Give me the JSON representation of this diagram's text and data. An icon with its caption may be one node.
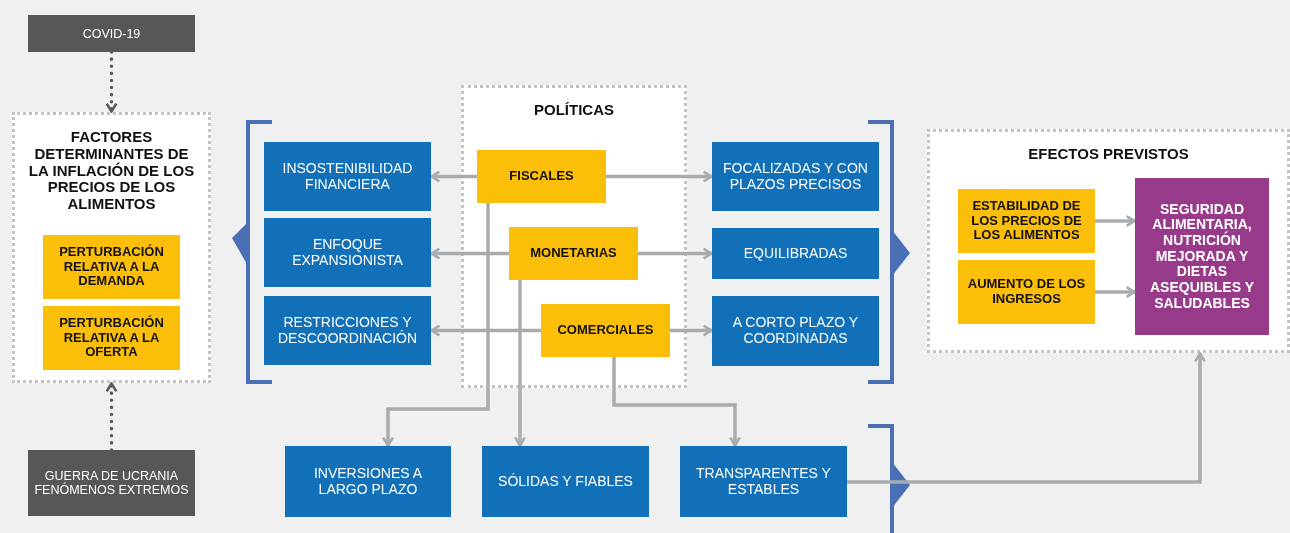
{
  "diagram": {
    "nodes": [
      {
        "text": [
          "COVID-19"
        ]
      },
      {
        "text": [
          "FACTORES DETERMINANTES DE LA INFLACIÓN DE LOS PRECIOS DE LOS ALIMENTOS"
        ]
      },
      {
        "text": [
          "PERTURBACIÓN RELATIVA A LA DEMANDA"
        ],
        "in": 1
      },
      {
        "text": [
          "PERTURBACIÓN RELATIVA A LA OFERTA"
        ],
        "in": 1
      },
      {
        "text": [
          "GUERRA DE UCRANIA FENÓMENOS EXTREMOS"
        ]
      },
      {
        "text": [
          "POLÍTICAS"
        ]
      },
      {
        "text": [
          "FISCALES"
        ],
        "in": 5
      },
      {
        "text": [
          "MONETARIAS"
        ],
        "in": 5
      },
      {
        "text": [
          "COMERCIALES"
        ],
        "in": 5
      },
      {
        "text": [
          "INSOSTENIBILIDAD FINANCIERA"
        ]
      },
      {
        "text": [
          "ENFOQUE EXPANSIONISTA"
        ]
      },
      {
        "text": [
          "RESTRICCIONES Y DESCOORDINACIÓN"
        ]
      },
      {
        "text": [
          "FOCALIZADAS Y CON PLAZOS PRECISOS"
        ]
      },
      {
        "text": [
          "EQUILIBRADAS"
        ]
      },
      {
        "text": [
          "A CORTO PLAZO Y COORDINADAS"
        ]
      },
      {
        "text": [
          "INVERSIONES A LARGO PLAZO"
        ]
      },
      {
        "text": [
          "SÓLIDAS Y FIABLES"
        ]
      },
      {
        "text": [
          "TRANSPARENTES Y ESTABLES"
        ]
      },
      {
        "text": [
          "EFECTOS PREVISTOS"
        ]
      },
      {
        "text": [
          "ESTABILIDAD DE LOS PRECIOS DE LOS ALIMENTOS"
        ],
        "in": 18
      },
      {
        "text": [
          "AUMENTO DE LOS INGRESOS"
        ],
        "in": 18
      },
      {
        "text": [
          "SEGURIDAD ALIMENTARIA, NUTRICIÓN MEJORADA Y DIETAS ASEQUIBLES Y SALUDABLES"
        ],
        "in": 18
      }
    ],
    "edges": [
      {
        "from": 0,
        "to": 1,
        "arrow": "to",
        "style": "dashed",
        "color": "#5a5a5a"
      },
      {
        "from": 4,
        "to": 1,
        "arrow": "to",
        "style": "dashed",
        "color": "#5a5a5a"
      },
      {
        "from": 6,
        "to": 9,
        "arrow": "to"
      },
      {
        "from": 6,
        "to": 12,
        "arrow": "to"
      },
      {
        "from": 7,
        "to": 10,
        "arrow": "to"
      },
      {
        "from": 7,
        "to": 13,
        "arrow": "to"
      },
      {
        "from": 8,
        "to": 11,
        "arrow": "to"
      },
      {
        "from": 8,
        "to": 14,
        "arrow": "to"
      },
      {
        "from": 6,
        "to": 15,
        "arrow": "to"
      },
      {
        "from": 7,
        "to": 16,
        "arrow": "to"
      },
      {
        "from": 8,
        "to": 17,
        "arrow": "to"
      },
      {
        "from": 19,
        "to": 21,
        "arrow": "to"
      },
      {
        "from": 20,
        "to": 21,
        "arrow": "to"
      },
      {
        "from": 17,
        "to": 18,
        "arrow": "to"
      }
    ]
  }
}
